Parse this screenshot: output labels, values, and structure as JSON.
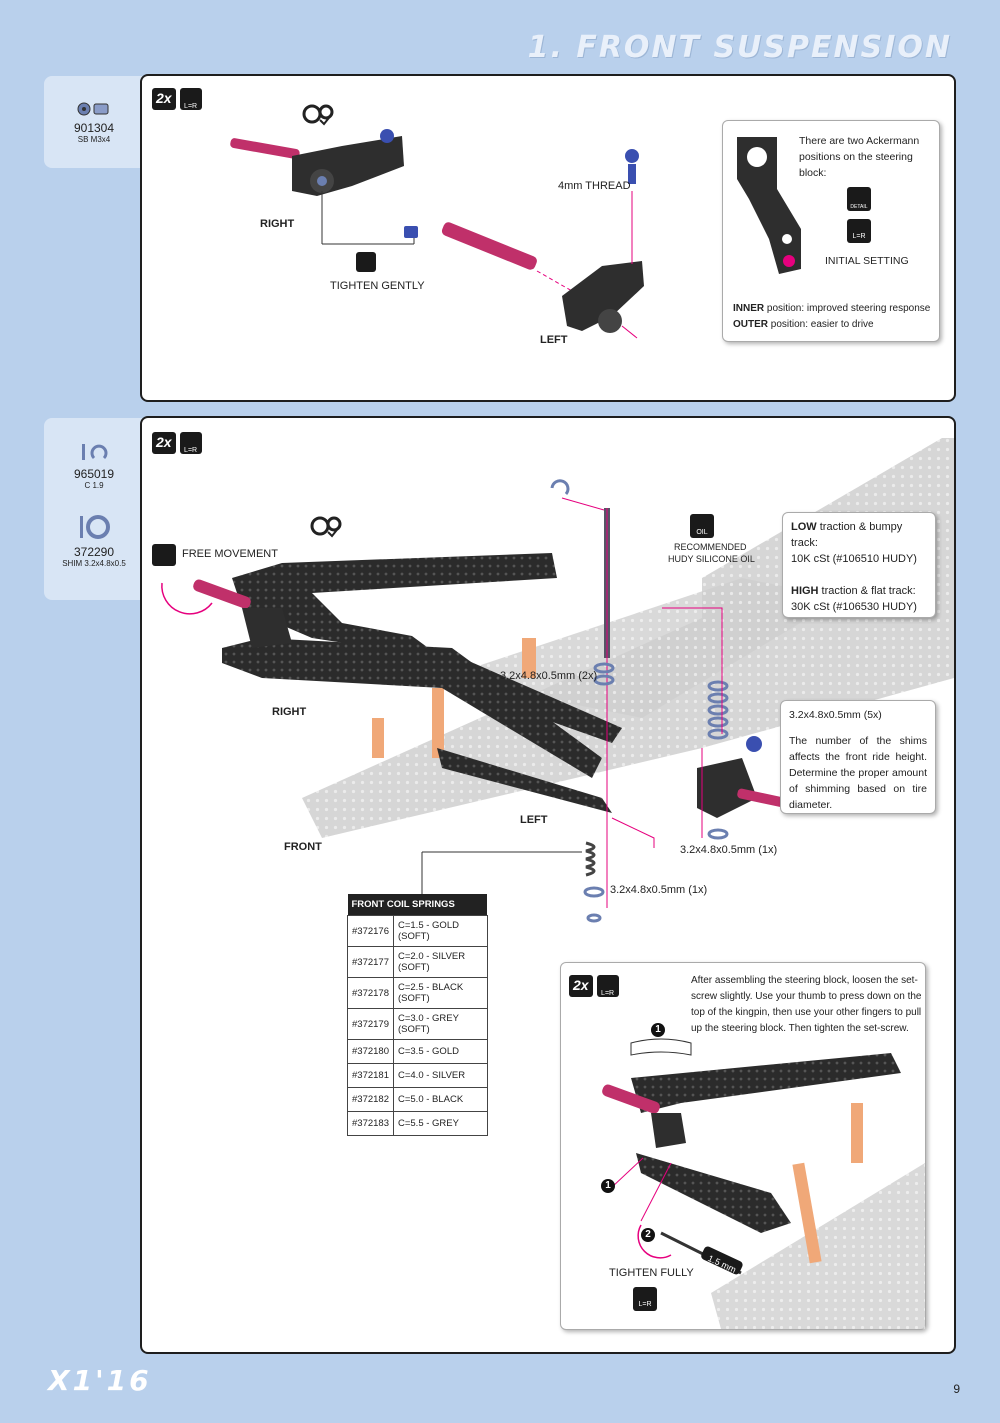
{
  "page": {
    "title": "1. FRONT SUSPENSION",
    "number": "9",
    "logo": "X1'16"
  },
  "section1": {
    "multiplier": "2x",
    "lr": "L=R",
    "part": {
      "code": "901304",
      "desc": "SB M3x4"
    },
    "labels": {
      "right": "RIGHT",
      "left": "LEFT",
      "thread": "4mm THREAD",
      "tighten": "TIGHTEN GENTLY"
    },
    "callout": {
      "intro": "There are two Ackermann positions on the steering block:",
      "detail": "DETAIL",
      "initial": "INITIAL SETTING",
      "inner_k": "INNER",
      "inner_v": " position: improved steering response",
      "outer_k": "OUTER",
      "outer_v": " position: easier to drive"
    }
  },
  "section2": {
    "multiplier": "2x",
    "lr": "L=R",
    "parts": [
      {
        "code": "965019",
        "desc": "C 1.9"
      },
      {
        "code": "372290",
        "desc": "SHIM 3.2x4.8x0.5"
      }
    ],
    "labels": {
      "free": "FREE MOVEMENT",
      "right": "RIGHT",
      "left": "LEFT",
      "front": "FRONT",
      "shim2": "3.2x4.8x0.5mm (2x)",
      "shim5": "3.2x4.8x0.5mm (5x)",
      "shim1a": "3.2x4.8x0.5mm (1x)",
      "shim1b": "3.2x4.8x0.5mm (1x)",
      "oil": "OIL",
      "oil_line1": "RECOMMENDED",
      "oil_line2": "HUDY SILICONE OIL"
    },
    "oil_callout": {
      "low_k": "LOW",
      "low_v": " traction & bumpy track:",
      "low_oil": "10K cSt (#106510 HUDY)",
      "high_k": "HIGH",
      "high_v": " traction & flat track:",
      "high_oil": "30K cSt (#106530 HUDY)"
    },
    "shim_callout": {
      "title": "3.2x4.8x0.5mm (5x)",
      "text": "The number of the shims affects the front ride height. Determine the proper amount of shimming based on tire diameter."
    },
    "springs": {
      "header": "FRONT COIL SPRINGS",
      "rows": [
        {
          "code": "#372176",
          "desc": "C=1.5 - GOLD   (SOFT)"
        },
        {
          "code": "#372177",
          "desc": "C=2.0 - SILVER  (SOFT)"
        },
        {
          "code": "#372178",
          "desc": "C=2.5 - BLACK  (SOFT)"
        },
        {
          "code": "#372179",
          "desc": "C=3.0 - GREY    (SOFT)"
        },
        {
          "code": "#372180",
          "desc": "C=3.5 - GOLD"
        },
        {
          "code": "#372181",
          "desc": "C=4.0 - SILVER"
        },
        {
          "code": "#372182",
          "desc": "C=5.0 - BLACK"
        },
        {
          "code": "#372183",
          "desc": "C=5.5 - GREY"
        }
      ]
    },
    "inset": {
      "multiplier": "2x",
      "lr": "L=R",
      "text": "After assembling the steering block, loosen the set-screw slightly. Use your thumb to press down on the top of the kingpin, then use your other fingers to pull up the steering block. Then tighten the set-screw.",
      "step1": "1",
      "step2": "2",
      "tool": "1.5 mm",
      "tighten": "TIGHTEN FULLY"
    }
  },
  "colors": {
    "accent": "#e6007e",
    "bg": "#b9d0ec",
    "carbon": "#2a2a2a",
    "aluminum": "#6b7fb0"
  }
}
